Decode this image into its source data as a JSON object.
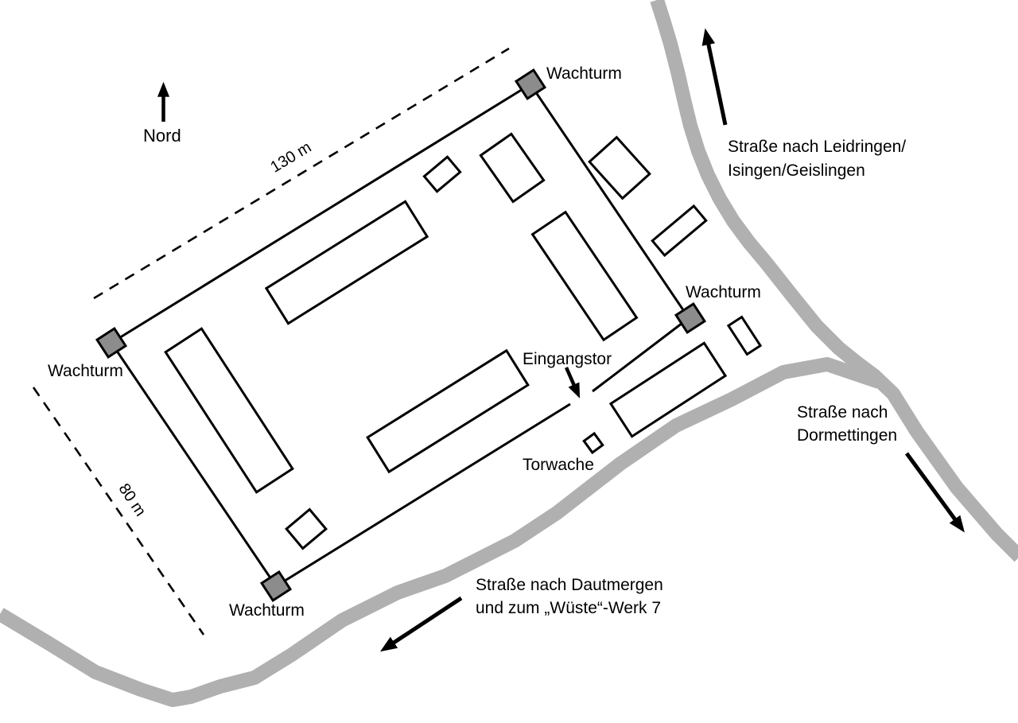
{
  "compass": {
    "label": "Nord"
  },
  "scale_labels": {
    "north_side": "130 m",
    "west_side": "80 m"
  },
  "camp": {
    "watchtower_label": "Wachturm",
    "gate_label": "Eingangstor",
    "gatehouse_label": "Torwache"
  },
  "roads": {
    "north": {
      "line1": "Straße nach Leidringen/",
      "line2": "Isingen/Geislingen"
    },
    "southeast": {
      "line1": "Straße nach",
      "line2": "Dormettingen"
    },
    "southwest": {
      "line1": "Straße nach Dautmergen",
      "line2": "und zum „Wüste“-Werk 7"
    }
  },
  "colors": {
    "road": "#b0b0b0",
    "tower_fill": "#8c8c8c",
    "outline": "#000000",
    "background": "#ffffff"
  }
}
